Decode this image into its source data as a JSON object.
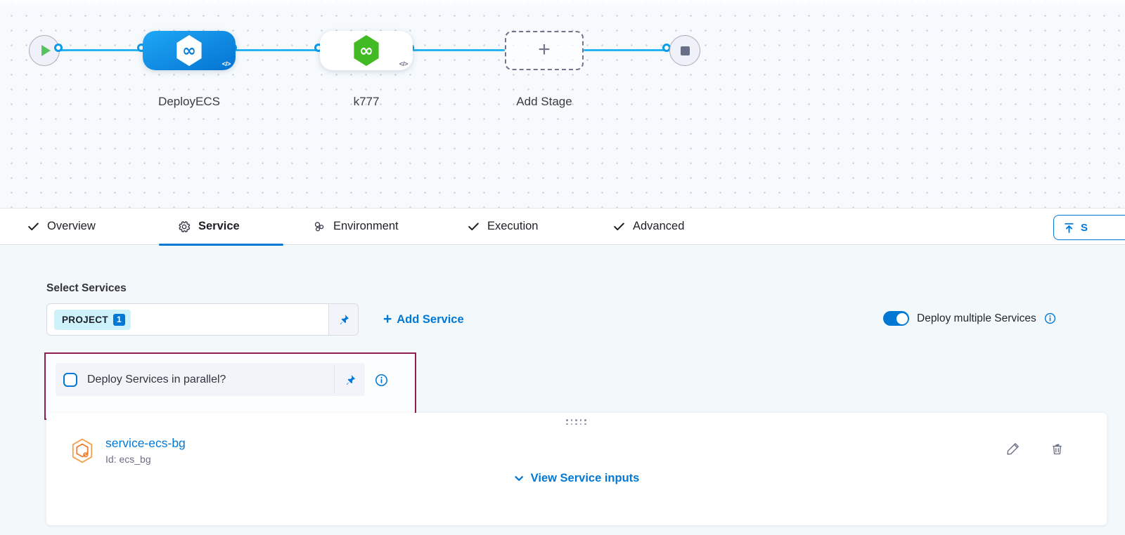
{
  "pipeline": {
    "stages": [
      {
        "name": "DeployECS",
        "code_badge": "</>"
      },
      {
        "name": "k777",
        "code_badge": "</>"
      },
      {
        "name": "Add Stage"
      }
    ]
  },
  "tabs": {
    "items": [
      {
        "label": "Overview"
      },
      {
        "label": "Service"
      },
      {
        "label": "Environment"
      },
      {
        "label": "Execution"
      },
      {
        "label": "Advanced"
      }
    ],
    "save_button_label": "S"
  },
  "content": {
    "select_services_label": "Select Services",
    "project_chip": "PROJECT",
    "project_count": "1",
    "add_service_label": "Add Service",
    "deploy_multiple_label": "Deploy multiple Services",
    "parallel_checkbox_label": "Deploy Services in parallel?",
    "card": {
      "service_name": "service-ecs-bg",
      "service_id": "Id: ecs_bg",
      "view_inputs_label": "View Service inputs"
    }
  },
  "colors": {
    "primary_blue": "#0278d5",
    "connector_blue": "#29b4ef",
    "stage_gradient_start": "#1ea8f5",
    "stage_gradient_end": "#0573d2",
    "harness_green": "#41ba24",
    "highlight_maroon": "#8e1f4f",
    "service_icon_orange": "#ee7d2f"
  }
}
